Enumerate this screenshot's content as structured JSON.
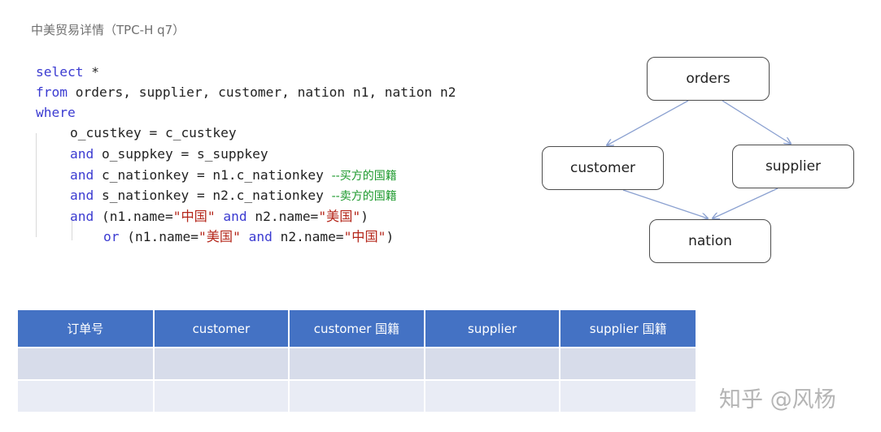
{
  "caption": "中美贸易详情（TPC-H q7）",
  "code": {
    "l1_kw": "select",
    "l1_rest": " *",
    "l2_kw": "from",
    "l2_rest": " orders, supplier, customer, nation n1, nation n2",
    "l3_kw": "where",
    "l4": "o_custkey = c_custkey",
    "l5_kw": "and",
    "l5_rest": " o_suppkey = s_suppkey",
    "l6_kw": "and",
    "l6_rest": " c_nationkey = n1.c_nationkey ",
    "l6_comment": "--买方的国籍",
    "l7_kw": "and",
    "l7_rest": " s_nationkey = n2.c_nationkey ",
    "l7_comment": "--卖方的国籍",
    "l8_kw": "and",
    "l8_a": " (n1.name=",
    "l8_s1": "\"中国\"",
    "l8_b": " ",
    "l8_kw2": "and",
    "l8_c": " n2.name=",
    "l8_s2": "\"美国\"",
    "l8_d": ")",
    "l9_kw": "or",
    "l9_a": " (n1.name=",
    "l9_s1": "\"美国\"",
    "l9_b": " ",
    "l9_kw2": "and",
    "l9_c": " n2.name=",
    "l9_s2": "\"中国\"",
    "l9_d": ")"
  },
  "diagram": {
    "nodes": {
      "orders": "orders",
      "customer": "customer",
      "supplier": "supplier",
      "nation": "nation"
    }
  },
  "table": {
    "headers": [
      "订单号",
      "customer",
      "customer 国籍",
      "supplier",
      "supplier 国籍"
    ]
  },
  "watermark": "知乎 @风杨",
  "colors": {
    "keyword": "#3b3bd1",
    "comment": "#1e9a2e",
    "string": "#b4261a",
    "table_header": "#4472c4",
    "table_row": "#d7dcea"
  }
}
